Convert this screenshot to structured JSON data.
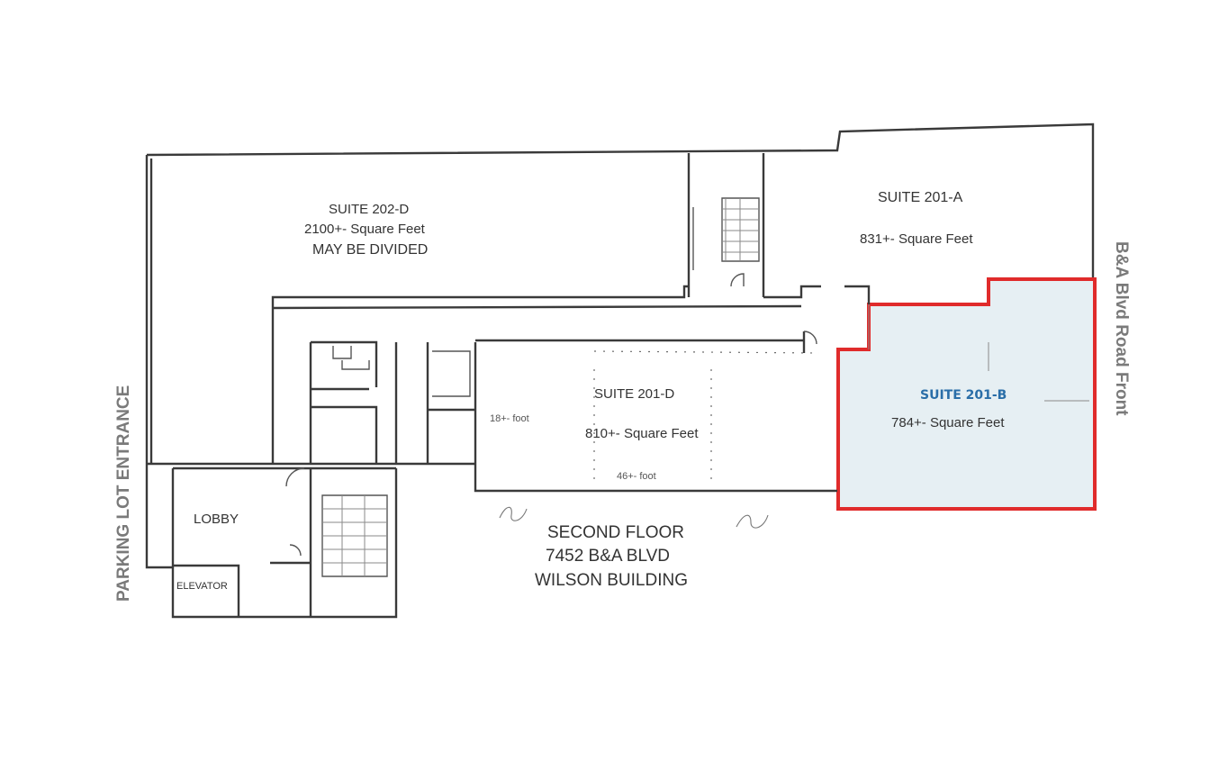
{
  "colors": {
    "highlight_outline": "#e02b2b",
    "highlight_fill": "#e6eff3",
    "highlight_label": "#2a6ea8",
    "side_label": "#7a7a7a"
  },
  "rooms": {
    "suite_202d": {
      "name": "SUITE 202-D",
      "area": "2100+-  Square Feet",
      "note": "MAY BE DIVIDED"
    },
    "suite_201a": {
      "name": "SUITE 201-A",
      "area": "831+-  Square Feet"
    },
    "suite_201b": {
      "name": "SUITE 201-B",
      "area": "784+-  Square Feet"
    },
    "suite_201d": {
      "name": "SUITE 201-D",
      "area": "810+- Square Feet",
      "dim_width": "18+- foot",
      "dim_length": "46+- foot"
    },
    "lobby": {
      "name": "LOBBY"
    },
    "elevator": {
      "name": "ELEVATOR"
    }
  },
  "building": {
    "floor": "SECOND FLOOR",
    "address": "7452 B&A BLVD",
    "name": "WILSON BUILDING"
  },
  "side_labels": {
    "left": "PARKING LOT ENTRANCE",
    "right": "B&A Blvd Road Front"
  }
}
